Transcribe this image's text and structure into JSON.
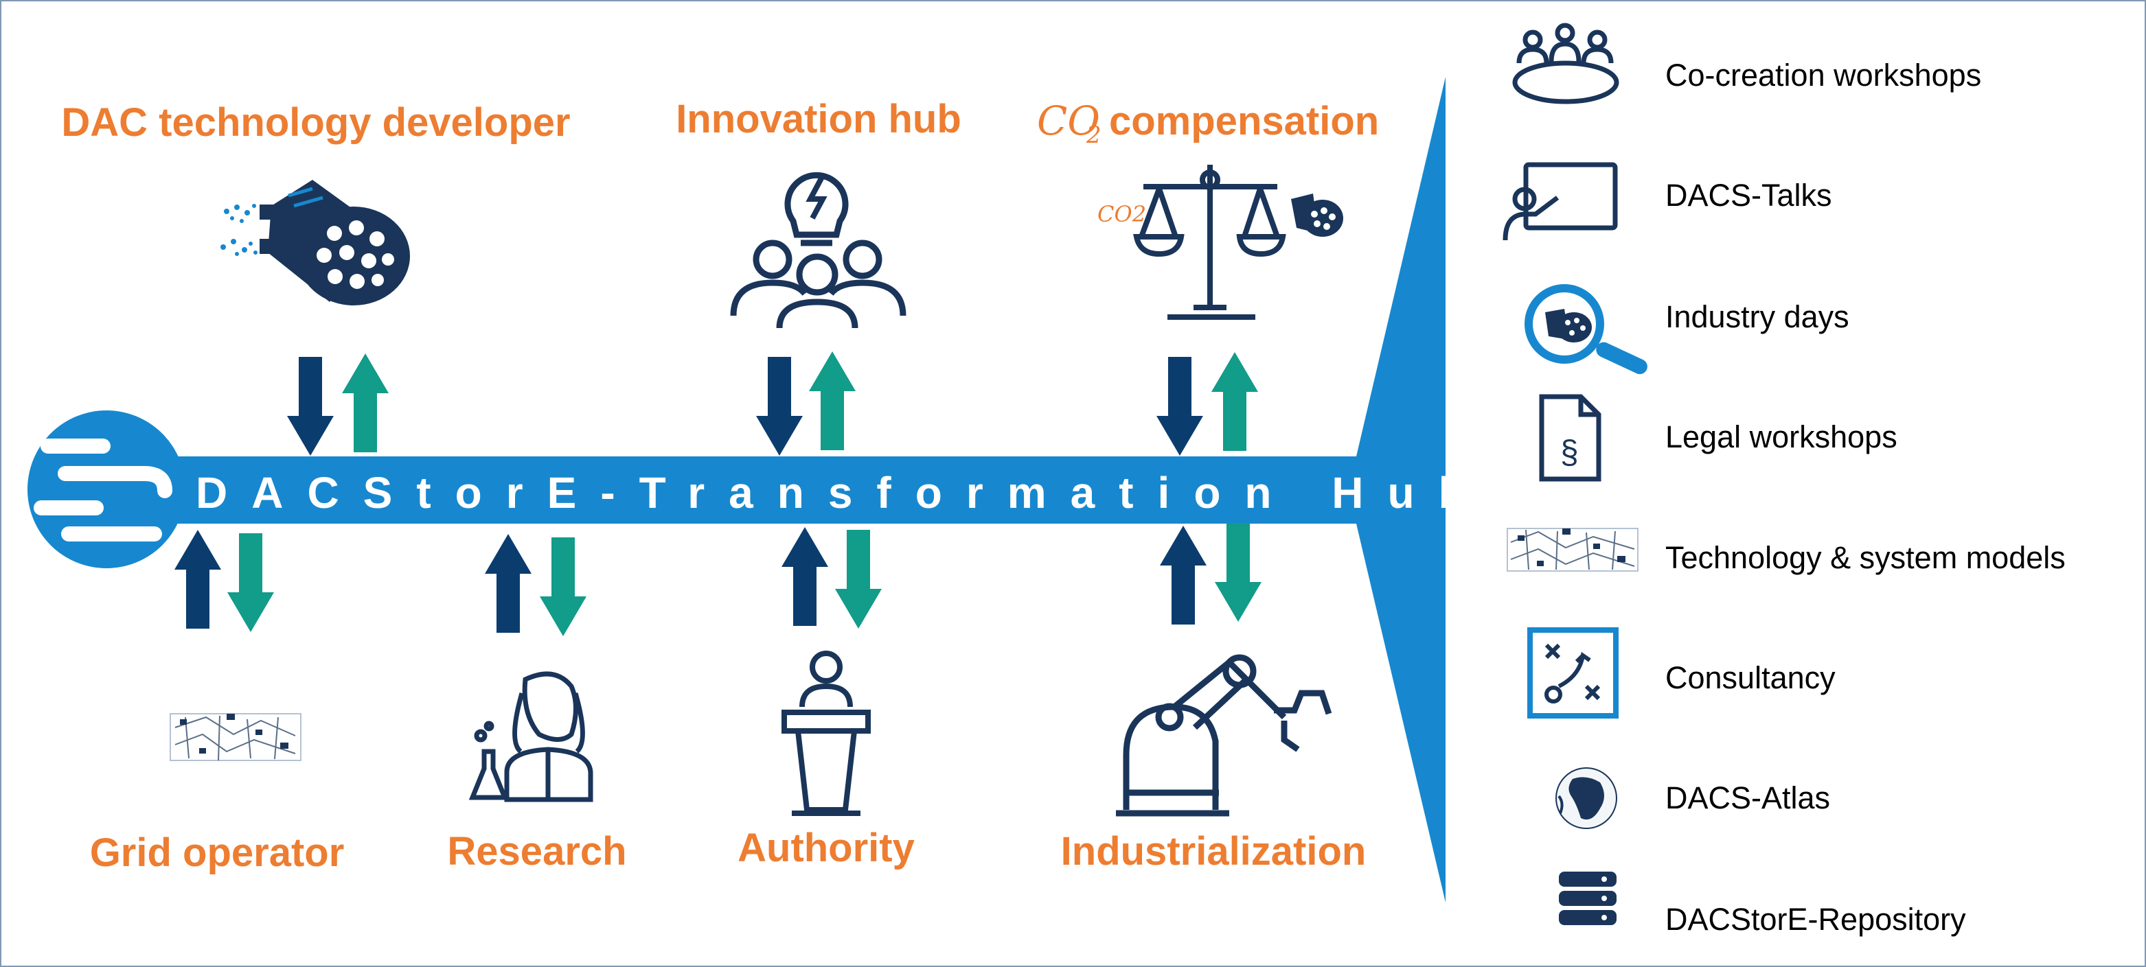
{
  "colors": {
    "blue": "#1788CF",
    "navy": "#0B3C6E",
    "icon_navy": "#1A3559",
    "teal": "#129C8A",
    "orange": "#ED7D31",
    "text": "#000000",
    "border": "#7F98B4"
  },
  "hub": {
    "title": "DACStorE-Transformation Hub"
  },
  "stakeholders": {
    "top": [
      {
        "label": "DAC technology developer",
        "icon": "dac-device-icon"
      },
      {
        "label": "Innovation hub",
        "icon": "innovation-people-icon"
      },
      {
        "label": "compensation",
        "co2_prefix": "CO",
        "co2_sub": "2",
        "icon": "balance-scale-icon",
        "scale_label": "CO2"
      }
    ],
    "bottom": [
      {
        "label": "Grid operator",
        "icon": "grid-network-icon"
      },
      {
        "label": "Research",
        "icon": "researcher-icon"
      },
      {
        "label": "Authority",
        "icon": "speaker-podium-icon"
      },
      {
        "label": "Industrialization",
        "icon": "robot-arm-icon"
      }
    ]
  },
  "formats": [
    {
      "label": "Co-creation workshops",
      "icon": "meeting-table-icon"
    },
    {
      "label": "DACS-Talks",
      "icon": "presentation-board-icon"
    },
    {
      "label": "Industry days",
      "icon": "magnifier-device-icon"
    },
    {
      "label": "Legal workshops",
      "icon": "legal-document-icon"
    },
    {
      "label": "Technology & system models",
      "icon": "system-model-icon"
    },
    {
      "label": "Consultancy",
      "icon": "strategy-board-icon"
    },
    {
      "label": "DACS-Atlas",
      "icon": "globe-icon"
    },
    {
      "label": "DACStorE-Repository",
      "icon": "database-icon"
    }
  ]
}
